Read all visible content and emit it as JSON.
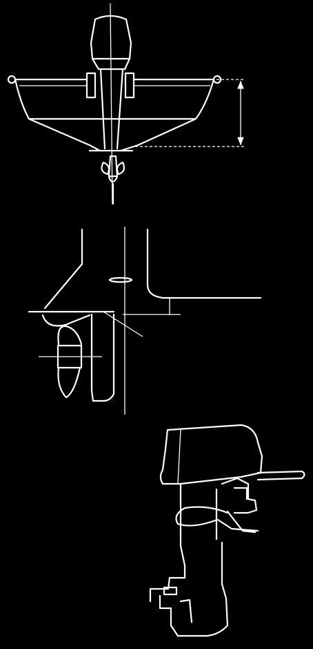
{
  "figure": {
    "panels": [
      {
        "id": "top-view",
        "subject": "stern-view-outboard-on-transom"
      },
      {
        "id": "side-view",
        "subject": "anti-cavitation-plate-height"
      },
      {
        "id": "engine-view",
        "subject": "outboard-with-tether"
      }
    ],
    "colors": {
      "background": "#000000",
      "line": "#ffffff"
    },
    "text_labels": []
  }
}
